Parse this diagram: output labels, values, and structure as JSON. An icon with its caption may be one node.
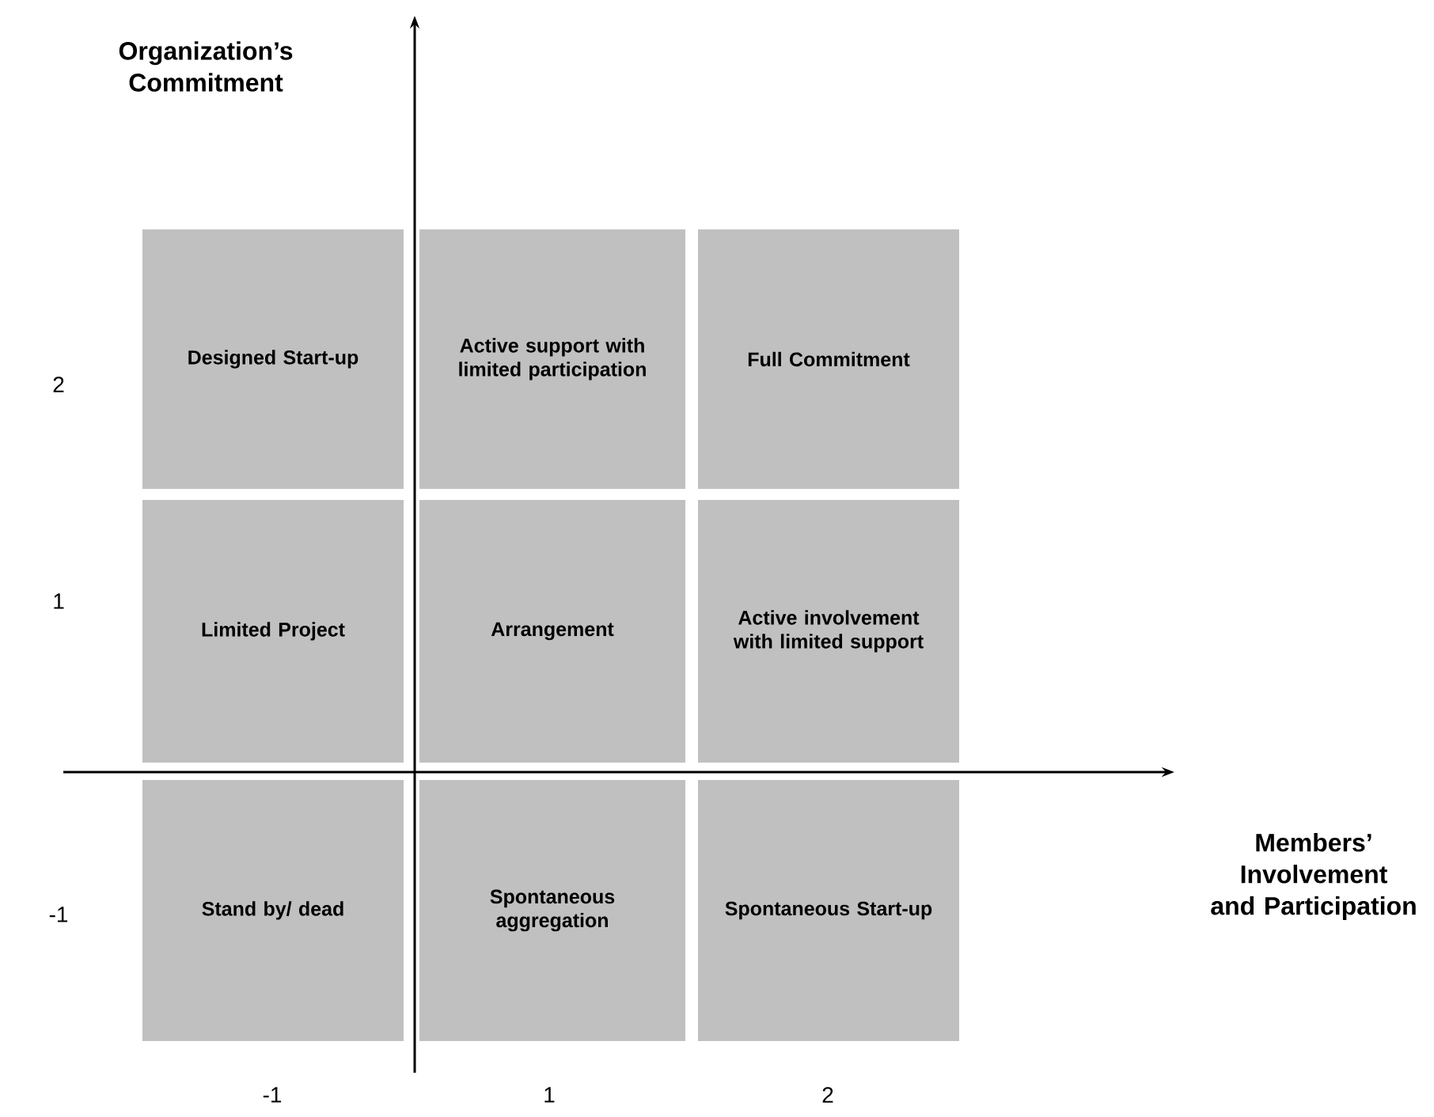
{
  "diagram": {
    "nodes": [
      {
        "text": [
          "Designed Start-up"
        ]
      },
      {
        "text": [
          "Active support with limited participation"
        ]
      },
      {
        "text": [
          "Full Commitment"
        ]
      },
      {
        "text": [
          "Limited Project"
        ]
      },
      {
        "text": [
          "Arrangement"
        ]
      },
      {
        "text": [
          "Active involvement with limited support"
        ]
      },
      {
        "text": [
          "Stand by/ dead"
        ]
      },
      {
        "text": [
          "Spontaneous aggregation"
        ]
      },
      {
        "text": [
          "Spontaneous Start-up"
        ]
      }
    ],
    "edges": [],
    "labels": [
      "Organization’s Commitment",
      "2",
      "1",
      "Members’ Involvement and Participation",
      "-1",
      "-1",
      "1",
      "2"
    ]
  }
}
